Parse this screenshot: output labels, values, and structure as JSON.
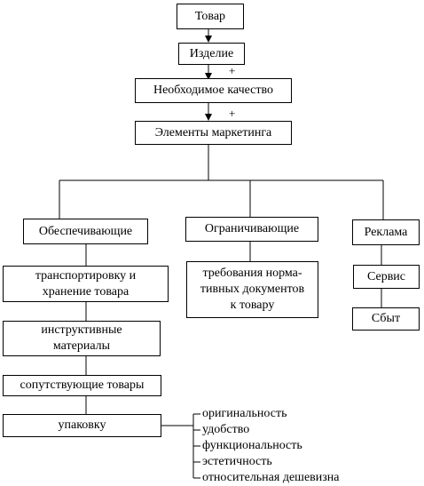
{
  "top_chain": {
    "tovar": "Товар",
    "izdelie": "Изделие",
    "plus_1": "+",
    "quality": "Необходимое качество",
    "plus_2": "+",
    "marketing": "Элементы маркетинга"
  },
  "branches": {
    "ensuring": "Обеспечивающие",
    "limiting": "Ограничивающие",
    "advertising": "Реклама"
  },
  "ensuring_items": [
    {
      "line1": "транспортировку и",
      "line2": "хранение товара"
    },
    {
      "line1": "инструктивные",
      "line2": "материалы"
    },
    {
      "line1": "сопутствующие товары"
    },
    {
      "line1": "упаковку"
    }
  ],
  "limiting_item": {
    "line1": "требования норма-",
    "line2": "тивных документов",
    "line3": "к товару"
  },
  "advertising_items": [
    "Сервис",
    "Сбыт"
  ],
  "packaging_properties": [
    "оригинальность",
    "удобство",
    "функциональность",
    "эстетичность",
    "относительная дешевизна"
  ]
}
